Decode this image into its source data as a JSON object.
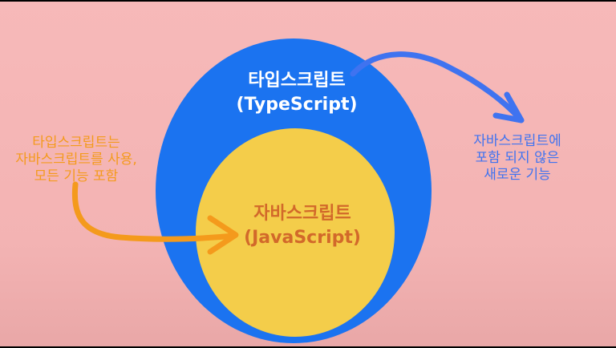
{
  "diagram": {
    "outer_circle": {
      "label": "타입스크립트\n(TypeScript)",
      "fill": "#1b73f0"
    },
    "inner_circle": {
      "label": "자바스크립트\n(JavaScript)",
      "fill": "#f4cd4a"
    },
    "left_annotation": {
      "text": "타입스크립트는\n자바스크립트를 사용,\n모든 기능 포함",
      "color": "#f49a1c"
    },
    "right_annotation": {
      "text": "자바스크립트에\n포함 되지 않은\n새로운 기능",
      "color": "#3f73f0"
    }
  }
}
